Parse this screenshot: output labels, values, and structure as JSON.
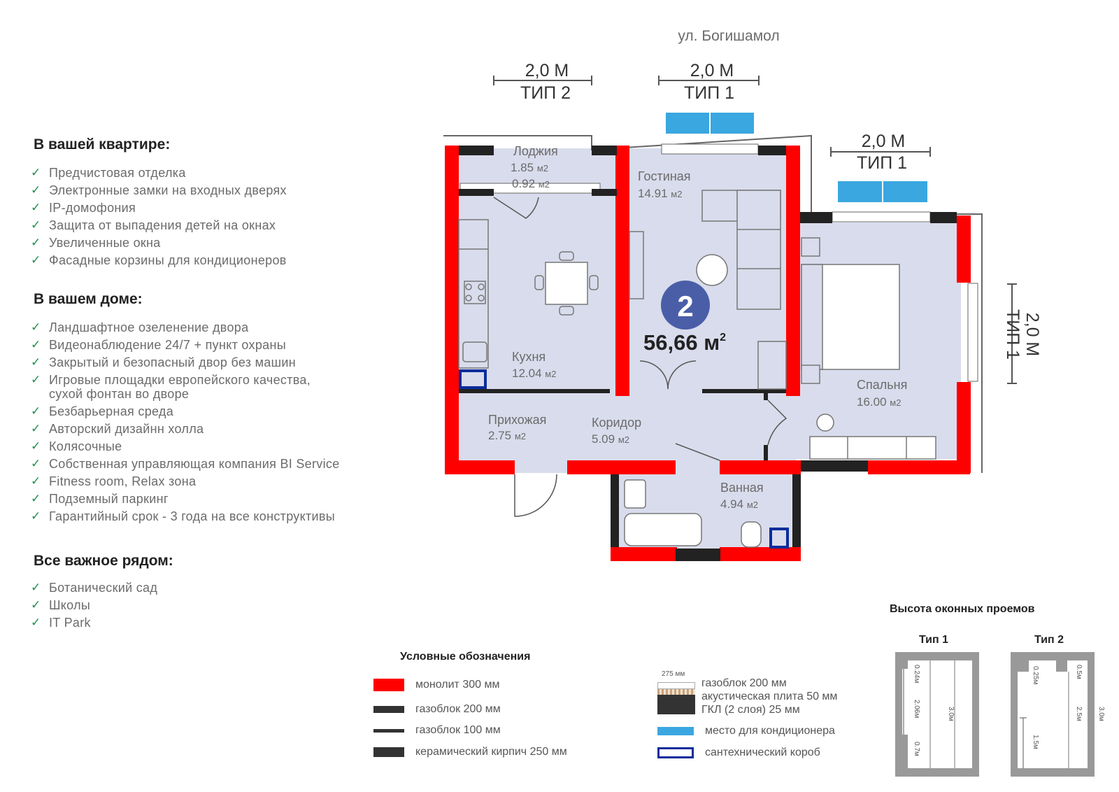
{
  "street": "ул. Богишамол",
  "windows": {
    "top_left": {
      "size": "2,0 М",
      "type": "ТИП 2"
    },
    "top_mid": {
      "size": "2,0 М",
      "type": "ТИП 1"
    },
    "top_right": {
      "size": "2,0 М",
      "type": "ТИП 1"
    },
    "side_right": {
      "size": "2,0 М",
      "type": "ТИП 1"
    }
  },
  "rooms": {
    "loggia": {
      "name": "Лоджия",
      "area1": "1.85",
      "area2": "0.92",
      "unit": "м2"
    },
    "living": {
      "name": "Гостиная",
      "area": "14.91",
      "unit": "м2"
    },
    "kitchen": {
      "name": "Кухня",
      "area": "12.04",
      "unit": "м2"
    },
    "bedroom": {
      "name": "Спальня",
      "area": "16.00",
      "unit": "м2"
    },
    "hall": {
      "name": "Прихожая",
      "area": "2.75",
      "unit": "м2"
    },
    "corridor": {
      "name": "Коридор",
      "area": "5.09",
      "unit": "м2"
    },
    "bath": {
      "name": "Ванная",
      "area": "4.94",
      "unit": "м2"
    }
  },
  "apartment": {
    "rooms": "2",
    "total_area": "56,66 м",
    "area_sup": "2"
  },
  "sections": {
    "apartment": {
      "title": "В вашей квартире:",
      "items": [
        "Предчистовая отделка",
        "Электронные замки на входных дверях",
        "IP-домофония",
        "Защита от выпадения детей на окнах",
        "Увеличенные окна",
        "Фасадные корзины для кондиционеров"
      ]
    },
    "house": {
      "title": "В вашем доме:",
      "items": [
        "Ландшафтное озеленение двора",
        "Видеонаблюдение 24/7 + пункт охраны",
        "Закрытый и безопасный двор без машин",
        "Игровые площадки европейского качества,\nсухой фонтан во дворе",
        "Безбарьерная среда",
        "Авторский дизайнн холла",
        "Колясочные",
        "Собственная управляющая компания BI Service",
        "Fitness room, Relax зона",
        "Подземный паркинг",
        "Гарантийный срок - 3 года на все конструктивы"
      ]
    },
    "nearby": {
      "title": "Все важное рядом:",
      "items": [
        "Ботанический сад",
        "Школы",
        "IT Park"
      ]
    }
  },
  "legend": {
    "title": "Условные обозначения",
    "monolith": "монолит 300 мм",
    "gasblock200": "газоблок 200 мм",
    "gasblock100": "газоблок 100 мм",
    "brick": "керамический кирпич 250 мм",
    "composite_dim": "275 мм",
    "composite_l1": "газоблок 200 мм",
    "composite_l2": "акустическая плита 50 мм",
    "composite_l3": "ГКЛ (2 слоя) 25 мм",
    "ac_place": "место для кондиционера",
    "plumbing": "сантехнический короб"
  },
  "window_heights": {
    "title": "Высота оконных проемов",
    "type1": {
      "label": "Тип 1",
      "d1": "0.24м",
      "d2": "2.06м",
      "d3": "0.7м",
      "total": "3.0м"
    },
    "type2": {
      "label": "Тип 2",
      "d1": "0.25м",
      "d2": "0.5м",
      "d3": "2.5м",
      "d4": "1.5м",
      "total": "3.0м"
    }
  },
  "colors": {
    "monolith": "#ff0000",
    "wall": "#222222",
    "ac": "#3aa7e0",
    "floor": "#d9dcec",
    "plumbing": "#0a2d9c",
    "badge": "#4a5ea8",
    "check": "#1e8f4e"
  }
}
